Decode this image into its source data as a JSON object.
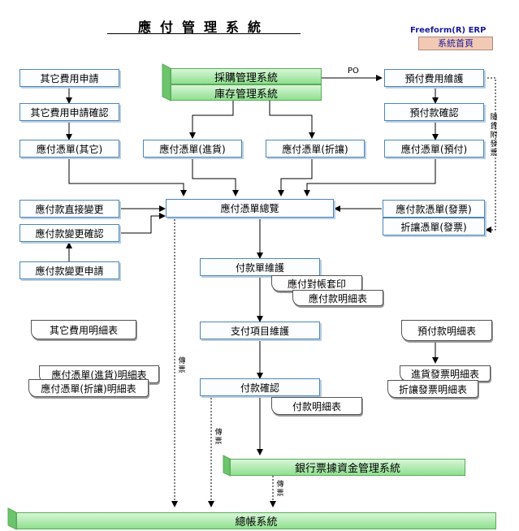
{
  "header": {
    "title": "應付管理系統",
    "brand": "Freeform(R) ERP",
    "home_button": "系統首頁"
  },
  "nodes": {
    "other_expense_request": "其它費用申請",
    "other_expense_confirm": "其它費用申請確認",
    "ap_voucher_other": "應付憑單(其它)",
    "purchasing_system": "採購管理系統",
    "inventory_system": "庫存管理系統",
    "ap_voucher_purchase": "應付憑單(進貨)",
    "ap_voucher_discount": "應付憑單(折讓)",
    "prepaid_maintenance": "預付費用維護",
    "prepaid_confirm": "預付款確認",
    "ap_voucher_prepaid": "應付憑單(預付)",
    "ap_direct_change": "應付款直接變更",
    "ap_change_confirm": "應付款變更確認",
    "ap_change_request": "應付款變更申請",
    "ap_voucher_overview": "應付憑單總覽",
    "ap_voucher_invoice": "應付款憑單(發票)",
    "discount_voucher_invoice": "折讓憑單(發票)",
    "payment_maintenance": "付款單維護",
    "payment_items_maintenance": "支付項目維護",
    "payment_confirm": "付款確認",
    "bank_treasury_system": "銀行票據資金管理系統",
    "gl_system": "總帳系統"
  },
  "documents": {
    "other_expense_detail": "其它費用明細表",
    "ap_voucher_purchase_detail": "應付憑單(進貨)明細表",
    "ap_voucher_discount_detail": "應付憑單(折讓)明細表",
    "payable_statement_print": "應付對帳套印",
    "payable_detail": "應付款明細表",
    "payment_detail": "付款明細表",
    "prepaid_detail": "預付款明細表",
    "purchase_invoice_detail": "進貨發票明細表",
    "discount_invoice_detail": "折讓發票明細表"
  },
  "labels": {
    "po": "PO",
    "invoice_with_goods": "隨貨附發票",
    "voucher_1": "傳票",
    "voucher_2": "傳票",
    "voucher_3": "傳票"
  }
}
